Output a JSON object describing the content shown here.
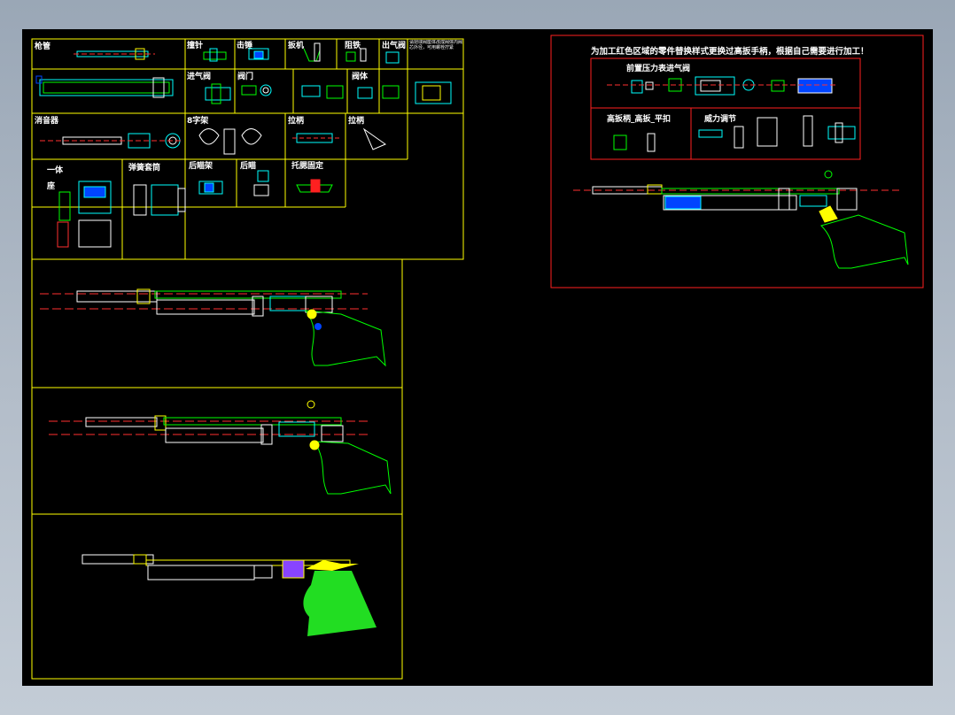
{
  "labels": {
    "barrel": "枪管",
    "firing_pin": "撞针",
    "hammer": "击锤",
    "trigger": "扳机",
    "plunger": "阻铁",
    "air_outlet": "出气阀",
    "outlet_note": "请把球阀座体改成阀体内阀芯外径，可用螺栓拧紧",
    "air_inlet": "进气阀",
    "valve": "阀门",
    "valve_body": "阀体",
    "muzzle_brake": "消音器",
    "eight_frame": "8字架",
    "pull_rod": "拉柄",
    "lever": "拉柄",
    "one_piece": "一体",
    "seat": "座",
    "spring_assembly": "弹簧套筒",
    "rear_sight_frame": "后瞄架",
    "rear_sight": "后瞄",
    "stock_fixing": "托腮固定"
  },
  "right_panel": {
    "note": "为加工红色区域的零件替换样式更换过高扳手柄，根据自己需要进行加工！",
    "section_top": "前置压力表进气阀",
    "section_left": "高扳柄_高扳_平扣",
    "section_right": "威力调节"
  },
  "colors": {
    "frame": "#ffff00",
    "red_box": "#ff2020",
    "cyan": "#00ffff",
    "green": "#00ff00",
    "grip_fill": "#22dd22"
  }
}
